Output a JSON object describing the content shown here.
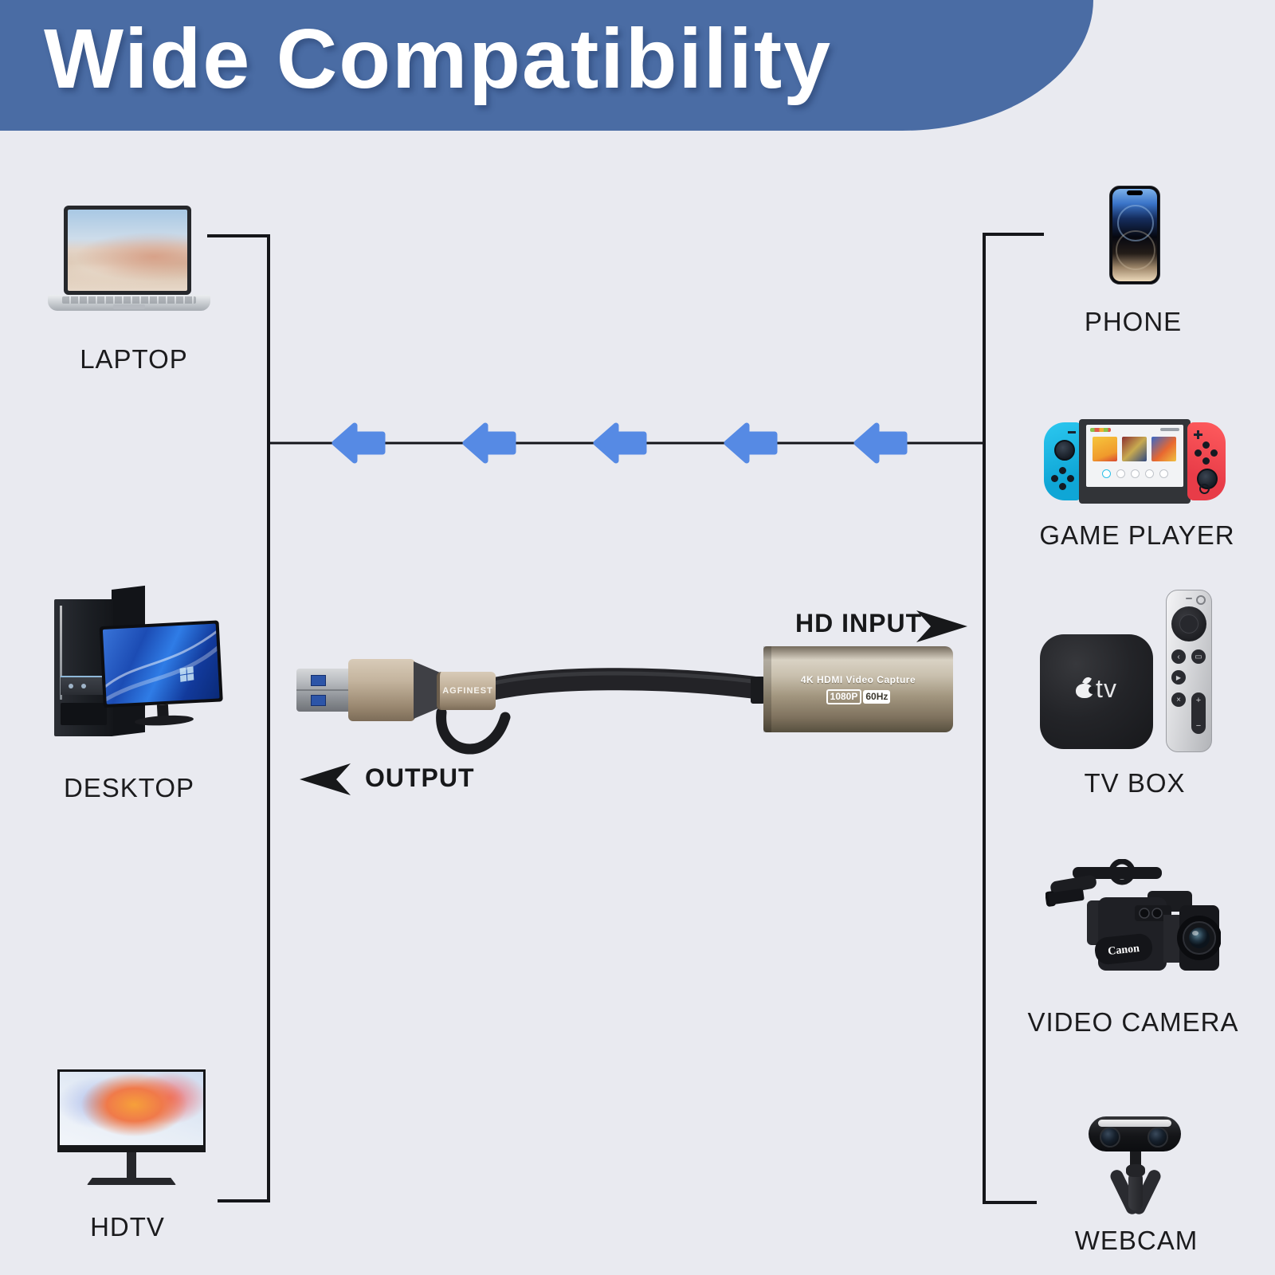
{
  "title": "Wide Compatibility",
  "colors": {
    "banner_blue": "#4a6ca4",
    "background": "#e9eaf0",
    "arrow_blue": "#568ae4",
    "line_black": "#15161a",
    "joycon_left_blue": "#1fb9e8",
    "joycon_right_red": "#f8444f"
  },
  "flow": {
    "arrow_count": 5,
    "direction": "right-to-left"
  },
  "left_devices": [
    {
      "id": "laptop",
      "label": "LAPTOP"
    },
    {
      "id": "desktop",
      "label": "DESKTOP"
    },
    {
      "id": "hdtv",
      "label": "HDTV"
    }
  ],
  "right_devices": [
    {
      "id": "phone",
      "label": "PHONE"
    },
    {
      "id": "game-player",
      "label": "GAME PLAYER"
    },
    {
      "id": "tv-box",
      "label": "TV BOX",
      "logo_text": "tv"
    },
    {
      "id": "video-camera",
      "label": "VIDEO CAMERA",
      "brand_text": "Canon"
    },
    {
      "id": "webcam",
      "label": "WEBCAM"
    }
  ],
  "product": {
    "brand": "AGFINEST",
    "line1": "4K HDMI Video Capture",
    "badge_resolution": "1080P",
    "badge_refresh": "60Hz"
  },
  "annotations": {
    "hd_input": "HD INPUT",
    "output": "OUTPUT"
  },
  "icons": {
    "remote_back": "‹",
    "remote_menu": "▭",
    "remote_play": "▶",
    "remote_mute": "×",
    "volume_plus": "+",
    "volume_minus": "−"
  }
}
